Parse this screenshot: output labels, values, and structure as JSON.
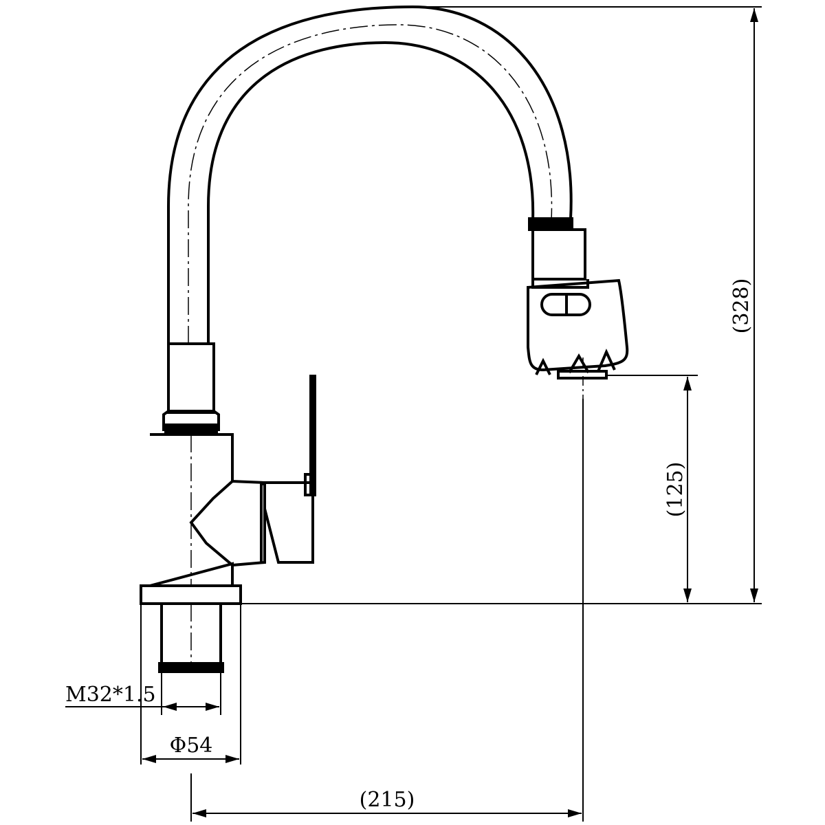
{
  "dimensions": {
    "overall_height": "(328)",
    "spout_height": "(125)",
    "reach": "(215)",
    "diameter": "Φ54",
    "thread": "M32*1.5"
  },
  "colors": {
    "line": "#000000",
    "background": "#ffffff"
  }
}
